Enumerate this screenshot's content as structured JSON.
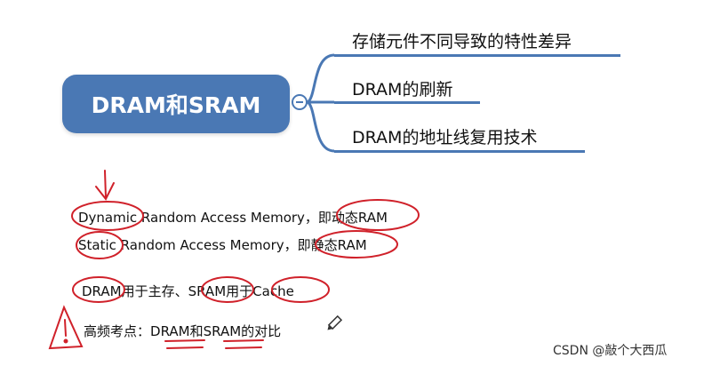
{
  "mindmap": {
    "root": "DRAM和SRAM",
    "branches": [
      {
        "label": "存储元件不同导致的特性差异"
      },
      {
        "label": "DRAM的刷新"
      },
      {
        "label": "DRAM的地址线复用技术"
      }
    ],
    "branch_color": "#4a78b4",
    "root_color": "#4a78b4"
  },
  "notes": {
    "line1": {
      "prefix": "Dynamic",
      "middle": " Random Access Memory，即",
      "term": "动态RAM"
    },
    "line2": {
      "prefix": "Static",
      "middle": " Random Access Memory，即",
      "term": "静态RAM"
    },
    "line3": {
      "a": "DRAM",
      "b": "用于主存、",
      "c": "SRAM",
      "d": "用于",
      "e": "Cache"
    },
    "line4": {
      "a": "高频考点：",
      "b": "DRAM",
      "c": "和",
      "d": "SRAM",
      "e": "的对比"
    }
  },
  "annotation_color": "#d0212a",
  "watermark": "CSDN @敲个大西瓜"
}
